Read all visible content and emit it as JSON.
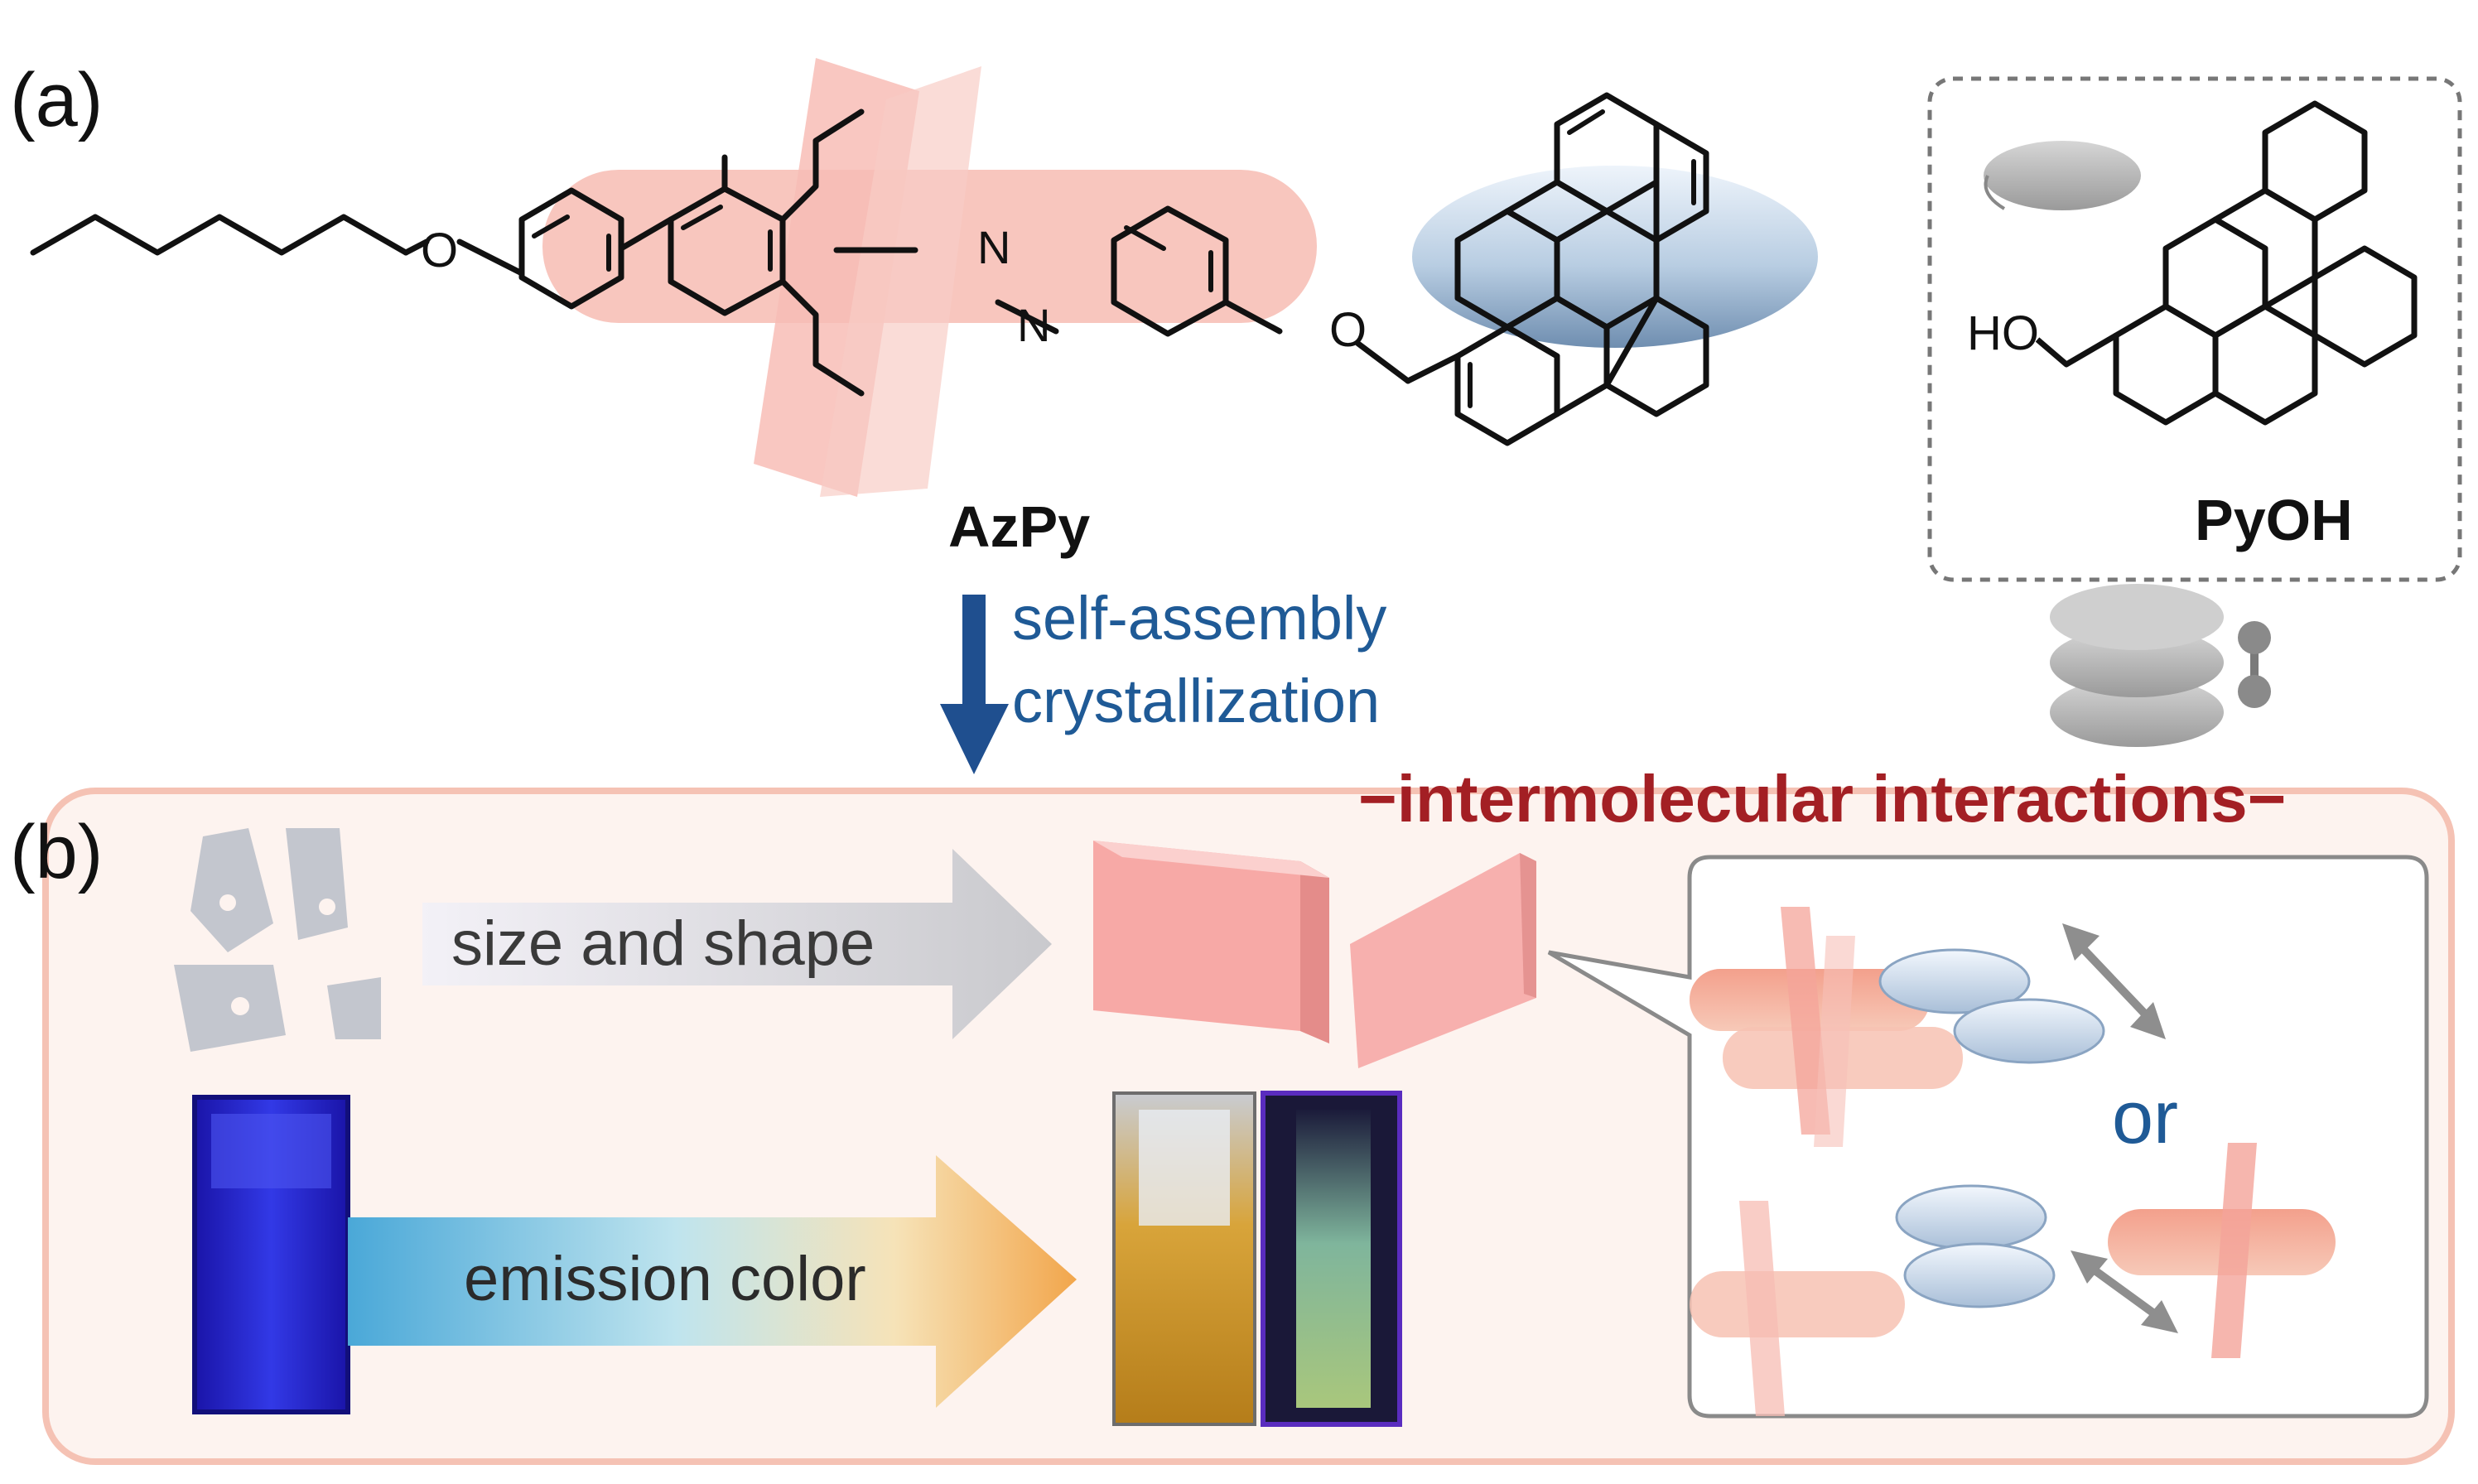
{
  "panel_a": {
    "label": "(a)"
  },
  "panel_b": {
    "label": "(b)"
  },
  "molecules": {
    "main": "AzPy",
    "reference": "PyOH",
    "atom_o1": "O",
    "atom_o2": "O",
    "atom_n1": "N",
    "atom_n2": "N",
    "hydroxyl": "HO"
  },
  "process": {
    "line1": "self-assembly",
    "line2": "crystallization"
  },
  "interactions": {
    "title": "−intermolecular interactions−"
  },
  "arrows": {
    "size_shape": "size and shape",
    "emission": "emission color"
  },
  "packing": {
    "or_label": "or"
  },
  "colors": {
    "pink": "#f6b6b0",
    "blue_text": "#1f5a96",
    "dark_red": "#a31f24",
    "violet_glow": "#2b2fd6",
    "panel_fill": "#fdf3ef"
  }
}
